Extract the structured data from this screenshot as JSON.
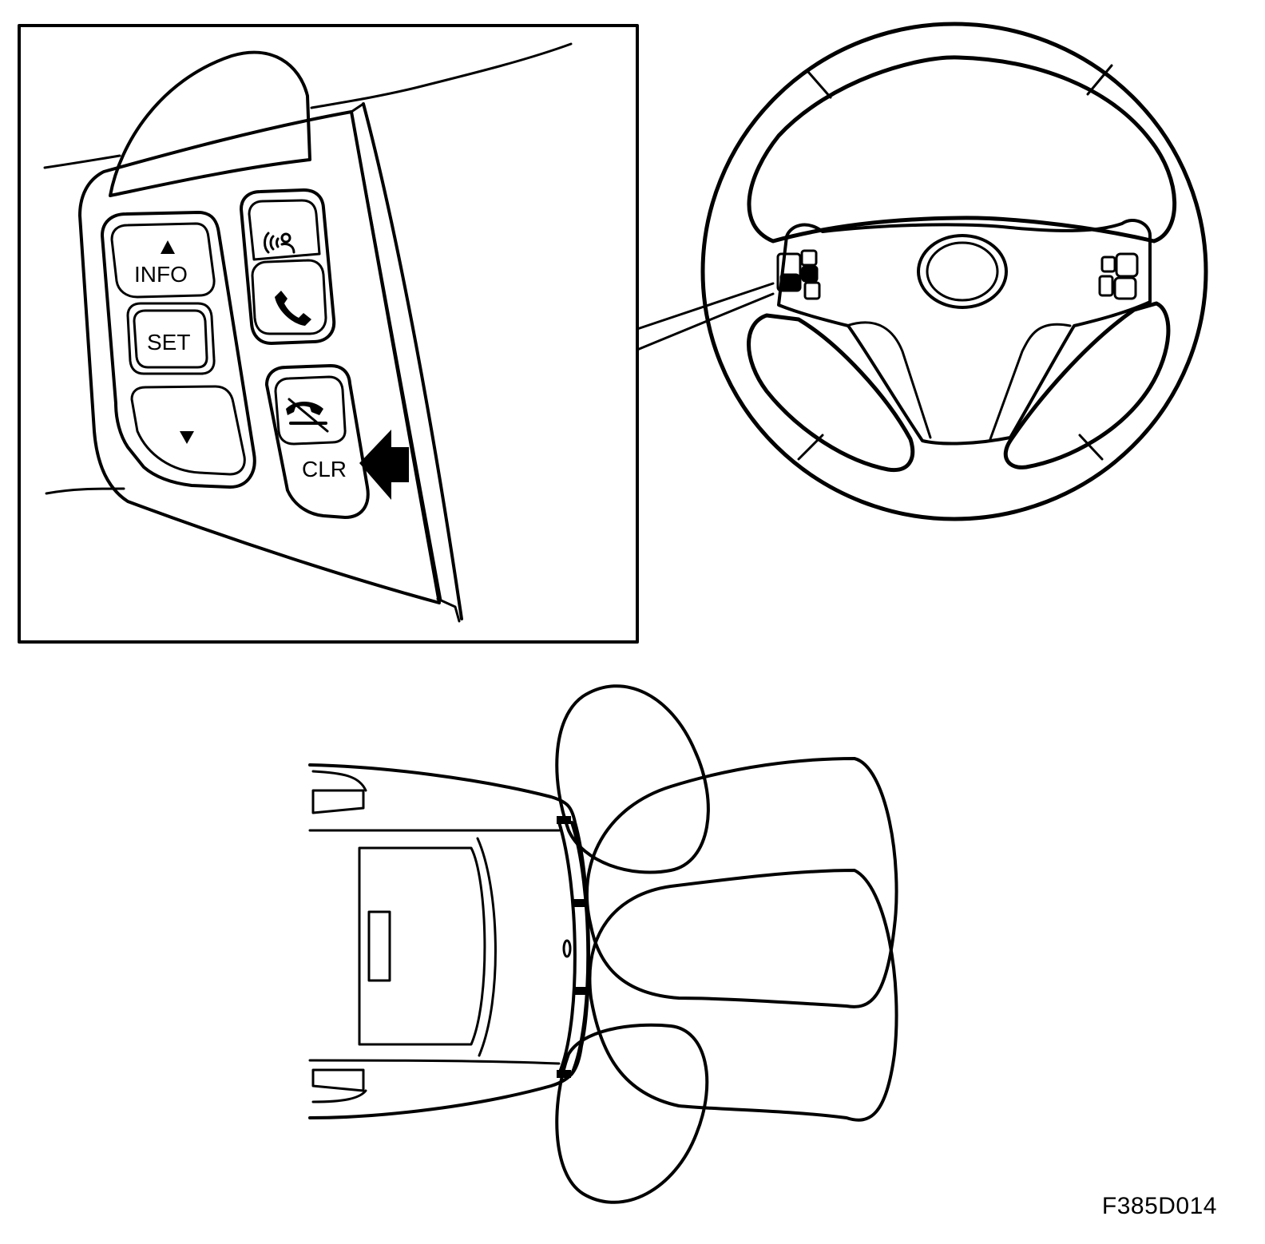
{
  "buttons": {
    "info_label": "INFO",
    "set_label": "SET",
    "clr_label": "CLR"
  },
  "icons": [
    "up-arrow-icon",
    "down-arrow-icon",
    "voice-command-icon",
    "phone-answer-icon",
    "phone-hangup-icon",
    "pointer-arrow-icon"
  ],
  "figure_id": "F385D014",
  "colors": {
    "line": "#000000",
    "background": "#ffffff"
  }
}
